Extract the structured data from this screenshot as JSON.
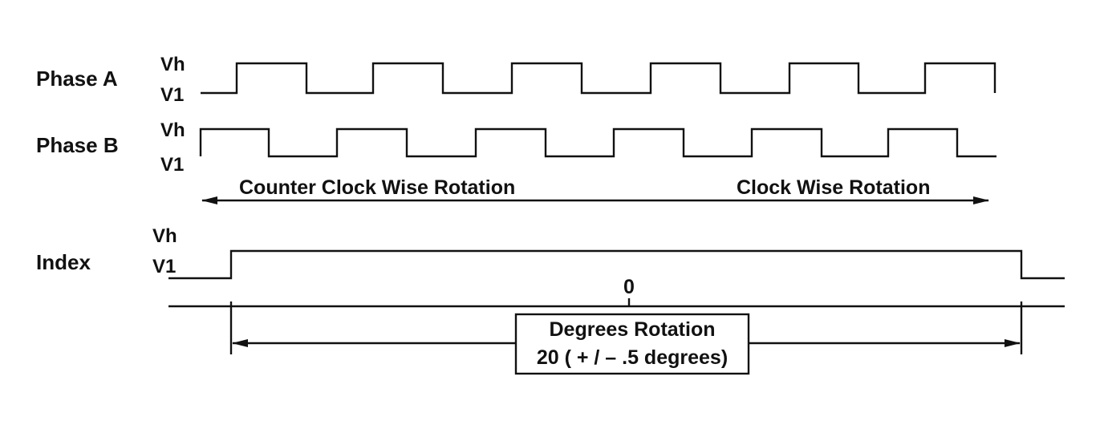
{
  "signals": {
    "phase_a": {
      "label": "Phase A",
      "high_label": "Vh",
      "low_label": "V1"
    },
    "phase_b": {
      "label": "Phase B",
      "high_label": "Vh",
      "low_label": "V1"
    },
    "index": {
      "label": "Index",
      "high_label": "Vh",
      "low_label": "V1"
    }
  },
  "rotation": {
    "ccw_label": "Counter Clock Wise Rotation",
    "cw_label": "Clock Wise Rotation"
  },
  "index_zero_label": "0",
  "degrees_box": {
    "line1": "Degrees Rotation",
    "line2": "20 ( + / – .5 degrees)"
  }
}
